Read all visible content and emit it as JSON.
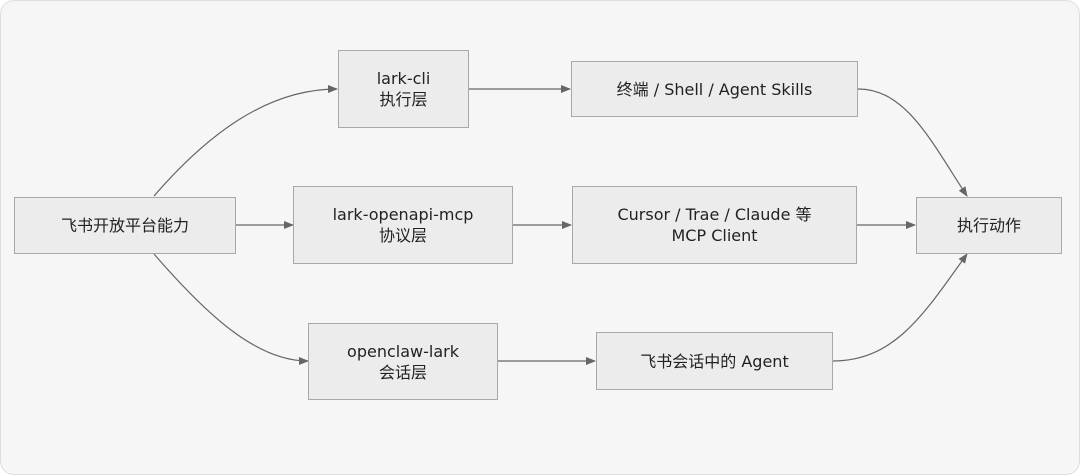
{
  "colors": {
    "background": "#f6f6f6",
    "node_fill": "#ececec",
    "node_border": "#a8a8a8",
    "edge": "#666666",
    "text": "#222222"
  },
  "nodes": {
    "source": {
      "line1": "飞书开放平台能力"
    },
    "cli": {
      "line1": "lark-cli",
      "line2": "执行层"
    },
    "mcp": {
      "line1": "lark-openapi-mcp",
      "line2": "协议层"
    },
    "openclaw": {
      "line1": "openclaw-lark",
      "line2": "会话层"
    },
    "terminal": {
      "line1": "终端 / Shell / Agent Skills"
    },
    "clients": {
      "line1": "Cursor / Trae / Claude 等",
      "line2": "MCP Client"
    },
    "agent": {
      "line1": "飞书会话中的 Agent"
    },
    "action": {
      "line1": "执行动作"
    }
  },
  "edges": [
    {
      "from": "source",
      "to": "cli"
    },
    {
      "from": "source",
      "to": "mcp"
    },
    {
      "from": "source",
      "to": "openclaw"
    },
    {
      "from": "cli",
      "to": "terminal"
    },
    {
      "from": "mcp",
      "to": "clients"
    },
    {
      "from": "openclaw",
      "to": "agent"
    },
    {
      "from": "terminal",
      "to": "action"
    },
    {
      "from": "clients",
      "to": "action"
    },
    {
      "from": "agent",
      "to": "action"
    }
  ]
}
